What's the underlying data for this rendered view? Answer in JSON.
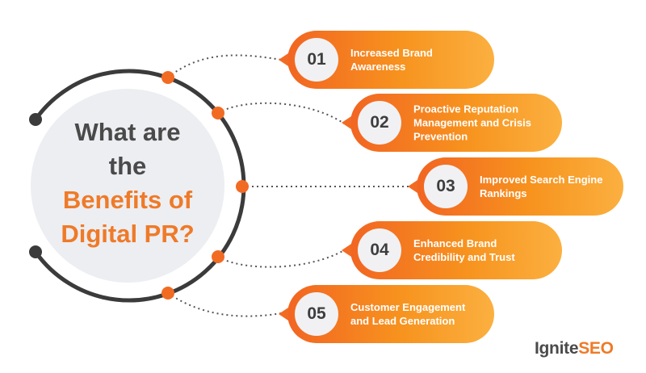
{
  "title": {
    "line1": "What are",
    "line2": "the",
    "line3": "Benefits of",
    "line4": "Digital PR?"
  },
  "benefits": [
    {
      "number": "01",
      "label": "Increased Brand Awareness"
    },
    {
      "number": "02",
      "label": "Proactive Reputation Management and Crisis Prevention"
    },
    {
      "number": "03",
      "label": "Improved Search Engine Rankings"
    },
    {
      "number": "04",
      "label": "Enhanced Brand Credibility and Trust"
    },
    {
      "number": "05",
      "label": "Customer Engagement and Lead Generation"
    }
  ],
  "logo": {
    "part1": "Ignite",
    "part2": "SEO"
  },
  "colors": {
    "accent": "#ef7a28",
    "dark": "#4a4a4a",
    "circle_fill": "#eceef2",
    "ring": "#3b3b3b"
  }
}
